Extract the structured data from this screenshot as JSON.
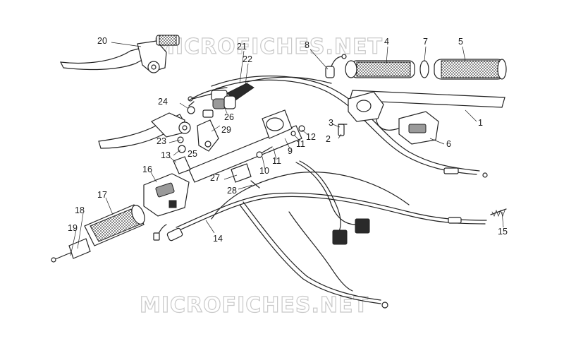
{
  "watermark_text": "MICROFICHES.NET",
  "part_numbers": [
    "1",
    "2",
    "3",
    "4",
    "5",
    "6",
    "7",
    "8",
    "9",
    "10",
    "11",
    "11",
    "12",
    "13",
    "14",
    "15",
    "16",
    "17",
    "18",
    "19",
    "20",
    "21",
    "22",
    "23",
    "24",
    "25",
    "26",
    "27",
    "28",
    "29"
  ]
}
